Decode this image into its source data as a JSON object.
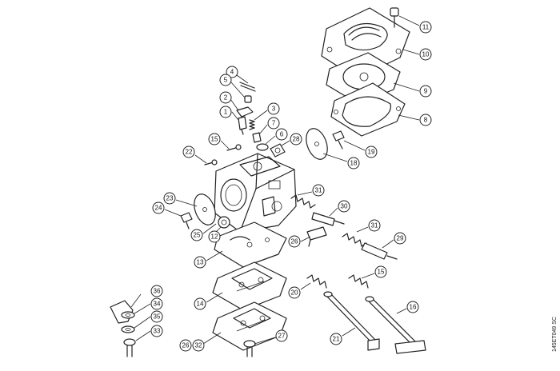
{
  "diagram": {
    "reference_code": "145ET049 SC",
    "callouts": [
      "1",
      "2",
      "3",
      "4",
      "5",
      "6",
      "7",
      "8",
      "9",
      "10",
      "11",
      "12",
      "13",
      "14",
      "15",
      "16",
      "19",
      "18",
      "20",
      "21",
      "22",
      "23",
      "24",
      "25",
      "26",
      "27",
      "28",
      "29",
      "30",
      "31",
      "32",
      "33",
      "34",
      "35",
      "36"
    ]
  }
}
